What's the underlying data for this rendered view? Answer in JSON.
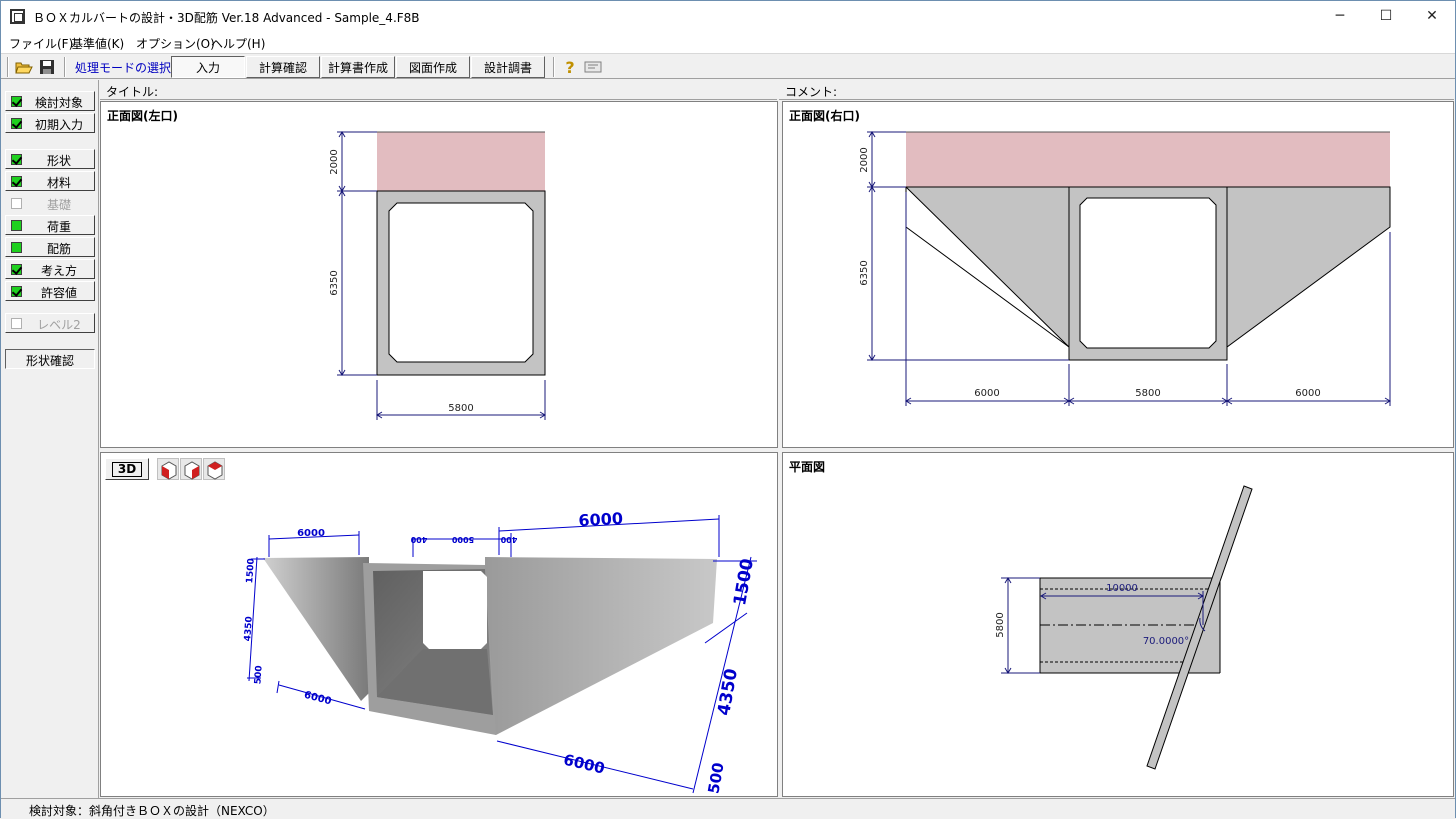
{
  "window": {
    "title": "ＢＯＸカルバートの設計・3D配筋 Ver.18 Advanced - Sample_4.F8B",
    "minimize": "─",
    "maximize": "☐",
    "close": "✕"
  },
  "menu": [
    "ファイル(F)",
    "基準値(K)",
    "オプション(O)",
    "ヘルプ(H)"
  ],
  "toolbar": {
    "mode_label": "処理モードの選択",
    "buttons": [
      "入力",
      "計算確認",
      "計算書作成",
      "図面作成",
      "設計調書"
    ],
    "help_icon": "?"
  },
  "sidebar": {
    "items": [
      {
        "label": "検討対象",
        "state": "checked-green"
      },
      {
        "label": "初期入力",
        "state": "checked-green"
      },
      {
        "label": "形状",
        "state": "checked-green"
      },
      {
        "label": "材料",
        "state": "checked-green"
      },
      {
        "label": "基礎",
        "state": "disabled"
      },
      {
        "label": "荷重",
        "state": "green"
      },
      {
        "label": "配筋",
        "state": "green"
      },
      {
        "label": "考え方",
        "state": "checked-green"
      },
      {
        "label": "許容値",
        "state": "checked-green"
      },
      {
        "label": "レベル2",
        "state": "disabled"
      },
      {
        "label": "形状確認",
        "state": "none"
      }
    ]
  },
  "headers": {
    "title_label": "タイトル:",
    "comment_label": "コメント:"
  },
  "views": {
    "front_left": {
      "title": "正面図(左口)",
      "dims": {
        "top_h": "2000",
        "body_h": "6350",
        "width": "5800"
      }
    },
    "front_right": {
      "title": "正面図(右口)",
      "dims": {
        "top_h": "2000",
        "body_h": "6350",
        "w_left": "6000",
        "w_mid": "5800",
        "w_right": "6000"
      }
    },
    "view3d": {
      "button": "3D",
      "dims": [
        "6000",
        "6000",
        "400",
        "5000",
        "400",
        "1500",
        "4350",
        "500",
        "6000",
        "1500",
        "4350",
        "500",
        "6000"
      ]
    },
    "plan": {
      "title": "平面図",
      "dims": {
        "length": "10000",
        "width": "5800",
        "angle": "70.0000°"
      }
    }
  },
  "status": {
    "text": "検討対象：斜角付きＢＯＸの設計（NEXCO）"
  },
  "colors": {
    "fill_soil": "#e2bcc0",
    "fill_concrete": "#c3c3c3",
    "dim_line": "#1a1a7a",
    "dim_3d": "#0000cc",
    "checkbox_green": "#1fd01f"
  }
}
